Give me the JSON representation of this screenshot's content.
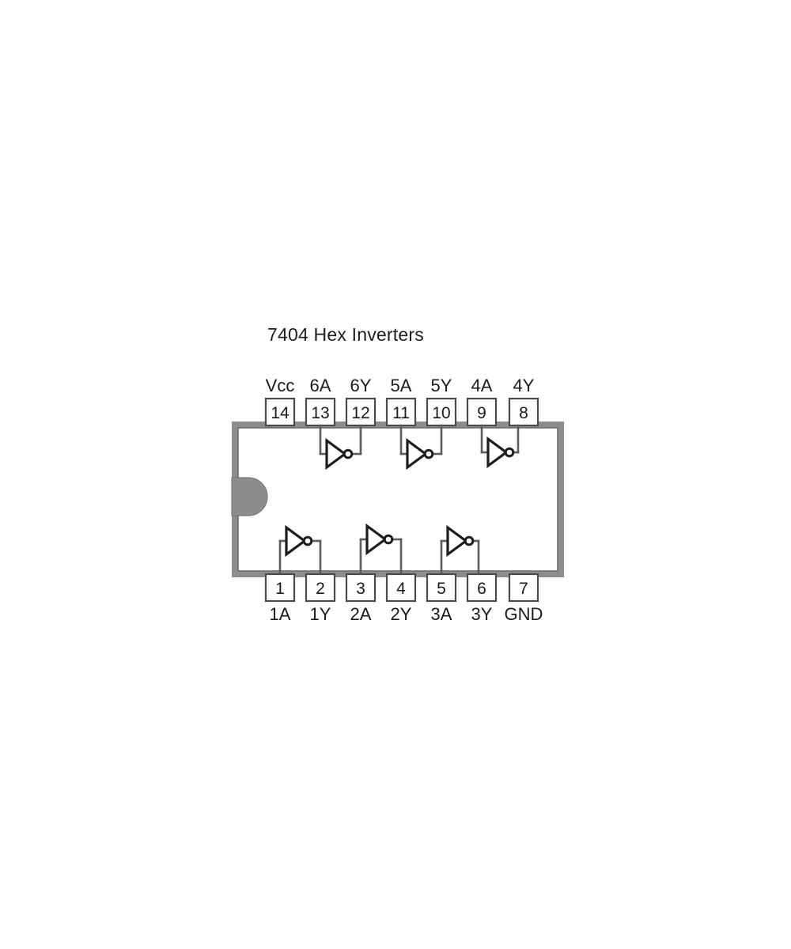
{
  "diagram": {
    "title": "7404 Hex Inverters",
    "part_number": "7404",
    "package": "DIP-14",
    "colors": {
      "body_fill": "#8d8d8d",
      "body_interior": "#ffffff",
      "pin_box_fill": "#ffffff",
      "pin_box_stroke": "#4a4a4a",
      "wire": "#5c5c5c",
      "gate_stroke": "#1d1d1d",
      "text": "#1a1a1a",
      "background": "#ffffff"
    },
    "top_row": {
      "signal_labels": [
        "Vcc",
        "6A",
        "6Y",
        "5A",
        "5Y",
        "4A",
        "4Y"
      ],
      "pin_numbers": [
        "14",
        "13",
        "12",
        "11",
        "10",
        "9",
        "8"
      ]
    },
    "bottom_row": {
      "pin_numbers": [
        "1",
        "2",
        "3",
        "4",
        "5",
        "6",
        "7"
      ],
      "signal_labels": [
        "1A",
        "1Y",
        "2A",
        "2Y",
        "3A",
        "3Y",
        "GND"
      ]
    },
    "gates": [
      {
        "name": "gate-6",
        "row": "top",
        "input_pin": "13",
        "output_pin": "12",
        "type": "inverter"
      },
      {
        "name": "gate-5",
        "row": "top",
        "input_pin": "11",
        "output_pin": "10",
        "type": "inverter"
      },
      {
        "name": "gate-4",
        "row": "top",
        "input_pin": "9",
        "output_pin": "8",
        "type": "inverter"
      },
      {
        "name": "gate-1",
        "row": "bottom",
        "input_pin": "1",
        "output_pin": "2",
        "type": "inverter"
      },
      {
        "name": "gate-2",
        "row": "bottom",
        "input_pin": "3",
        "output_pin": "4",
        "type": "inverter"
      },
      {
        "name": "gate-3",
        "row": "bottom",
        "input_pin": "5",
        "output_pin": "6",
        "type": "inverter"
      }
    ],
    "notch": {
      "shape": "semicircle",
      "side": "left"
    }
  }
}
